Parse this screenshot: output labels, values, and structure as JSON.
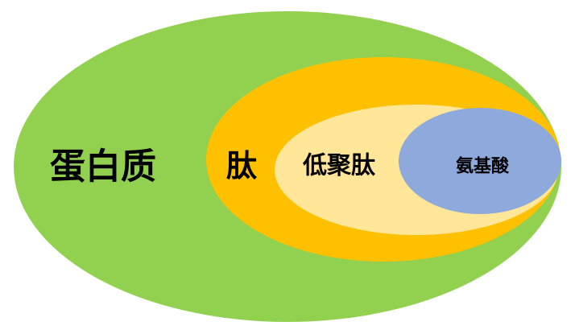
{
  "diagram": {
    "levels": [
      {
        "label": "蛋白质",
        "color": "#92D050"
      },
      {
        "label": "肽",
        "color": "#FFC000"
      },
      {
        "label": "低聚肽",
        "color": "#FFE699"
      },
      {
        "label": "氨基酸",
        "color": "#8EA9DB"
      }
    ]
  }
}
